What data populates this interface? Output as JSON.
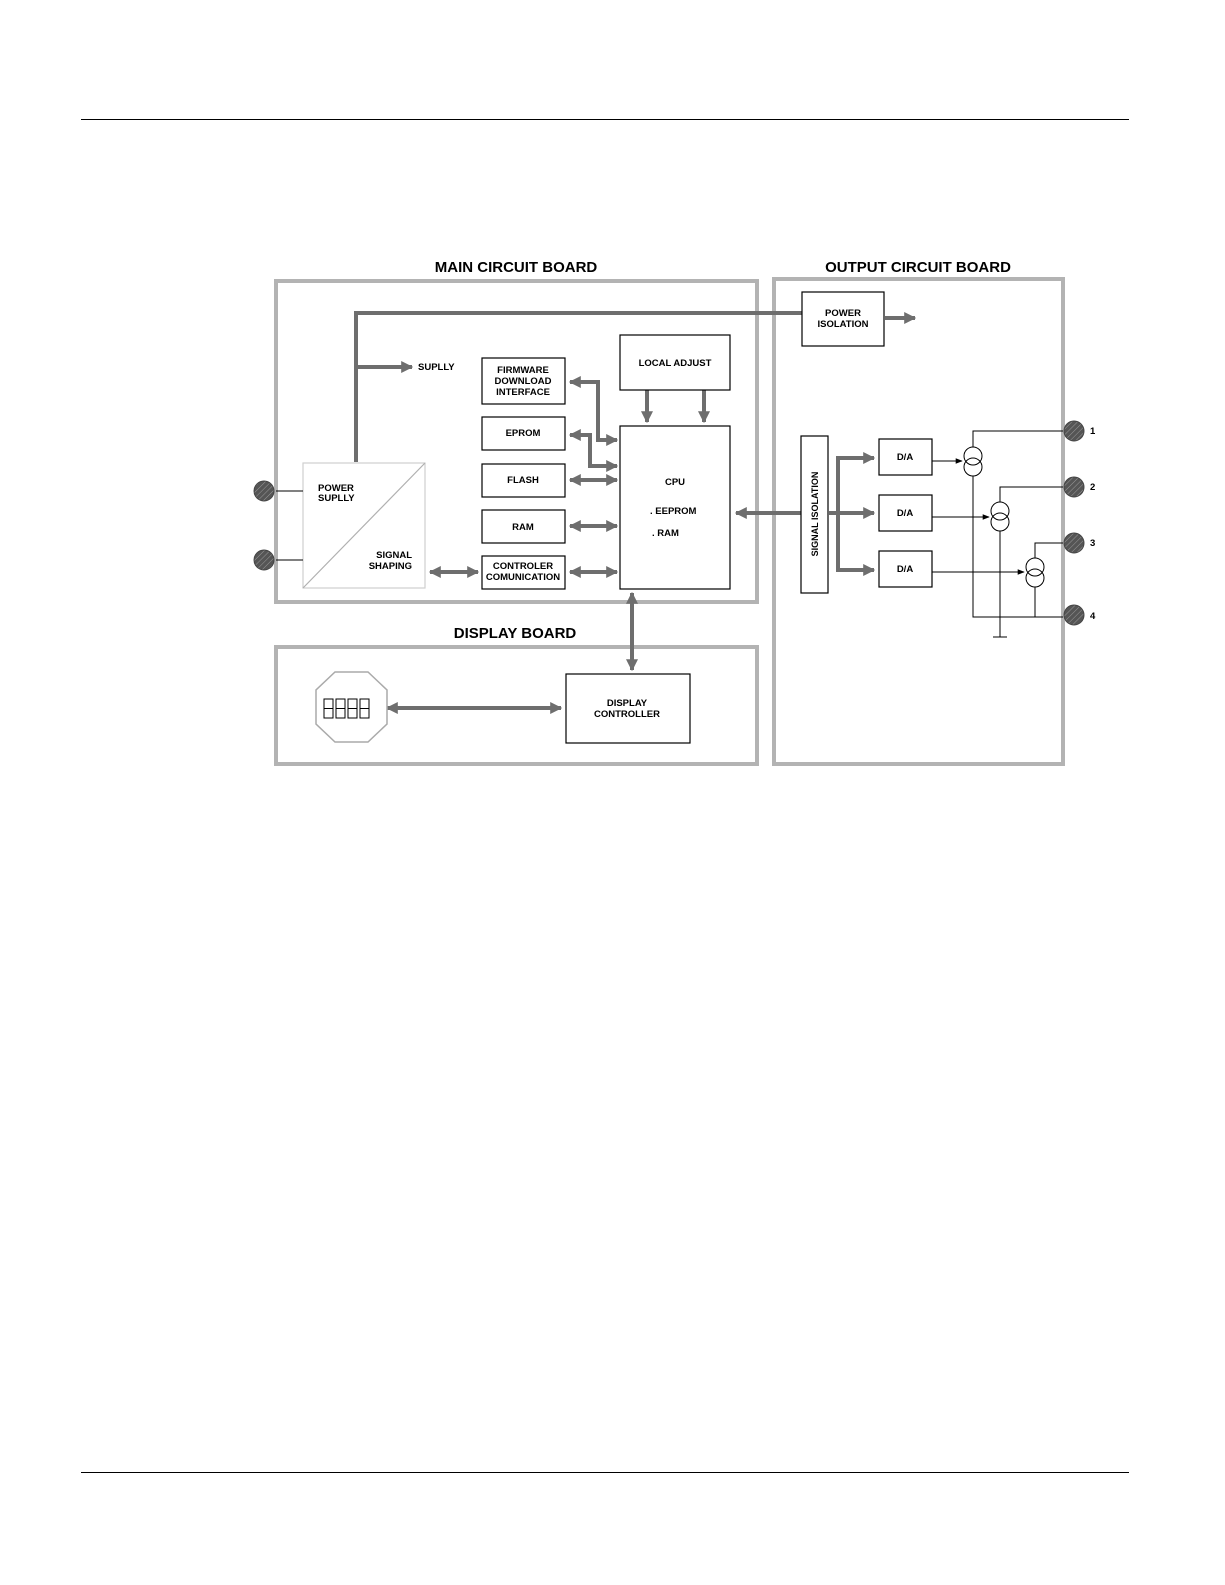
{
  "boards": {
    "main": "MAIN CIRCUIT  BOARD",
    "output": "OUTPUT  CIRCUIT  BOARD",
    "display": "DISPLAY  BOARD"
  },
  "blocks": {
    "power_isolation": [
      "POWER",
      "ISOLATION"
    ],
    "supply_label": "SUPLLY",
    "firmware": [
      "FIRMWARE",
      "DOWNLOAD",
      "INTERFACE"
    ],
    "local_adjust": "LOCAL ADJUST",
    "eprom": "EPROM",
    "flash": "FLASH",
    "ram": "RAM",
    "controler": [
      "CONTROLER",
      "COMUNICATION"
    ],
    "cpu": "CPU",
    "cpu_eeprom": ". EEPROM",
    "cpu_ram": ". RAM",
    "power_supply": [
      "POWER",
      "SUPLLY"
    ],
    "signal_shaping": [
      "SIGNAL",
      "SHAPING"
    ],
    "signal_isolation": "SIGNAL ISOLATION",
    "da": "D/A",
    "display_controller": [
      "DISPLAY",
      "CONTROLLER"
    ]
  },
  "terminals": [
    "1",
    "2",
    "3",
    "4"
  ],
  "colors": {
    "board_border": "#b3b3b3",
    "arrow": "#6e6e6e",
    "line": "#000000",
    "terminal": "#555555"
  }
}
